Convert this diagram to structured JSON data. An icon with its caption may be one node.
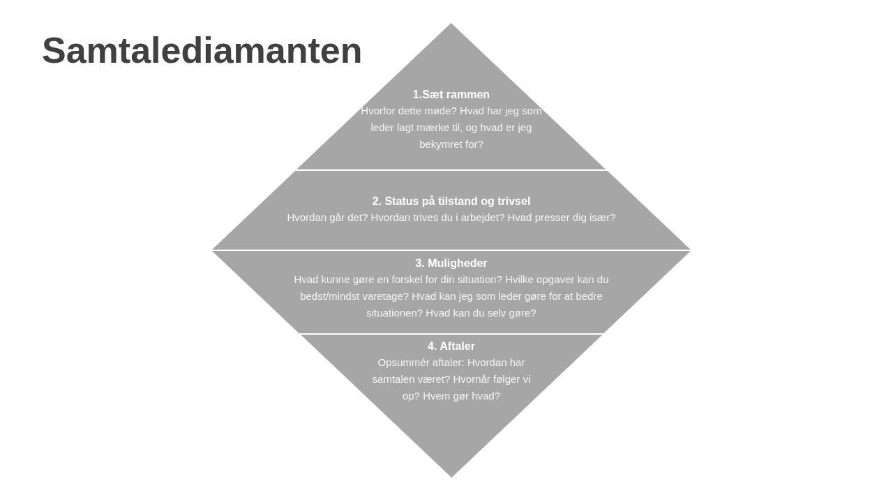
{
  "diagram": {
    "title": "Samtalediamanten",
    "nodes": [
      {
        "text": [
          "1.Sæt rammen",
          "Hvorfor dette møde? Hvad har jeg som leder lagt mærke til, og hvad er jeg bekymret for?"
        ]
      },
      {
        "text": [
          "2. Status på tilstand og trivsel",
          "Hvordan går det? Hvordan trives du i arbejdet? Hvad presser dig især?"
        ]
      },
      {
        "text": [
          "3. Muligheder",
          "Hvad kunne gøre en forskel for din situation? Hvilke opgaver kan du bedst/mindst varetage? Hvad kan jeg som leder gøre for at bedre situationen? Hvad kan du selv gøre?"
        ]
      },
      {
        "text": [
          "4. Aftaler",
          "Opsummér aftaler: Hvordan har samtalen været? Hvornår følger vi op? Hvem gør hvad?"
        ]
      }
    ]
  }
}
